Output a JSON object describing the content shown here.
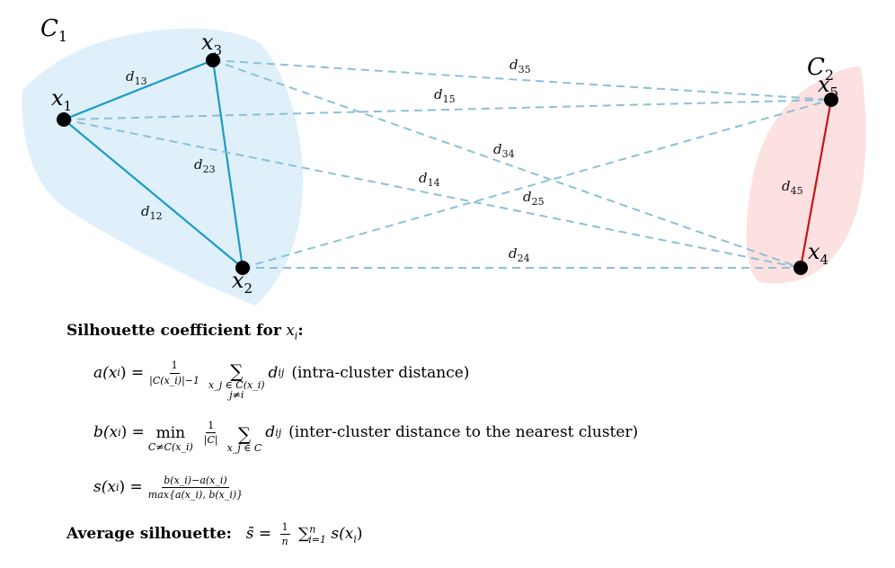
{
  "clusters": {
    "c1": {
      "letter": "C",
      "index": "1",
      "color": "#dff0fb"
    },
    "c2": {
      "letter": "C",
      "index": "2",
      "color": "#fde0e0"
    }
  },
  "points": [
    {
      "letter": "x",
      "index": "1"
    },
    {
      "letter": "x",
      "index": "2"
    },
    {
      "letter": "x",
      "index": "3"
    },
    {
      "letter": "x",
      "index": "4"
    },
    {
      "letter": "x",
      "index": "5"
    }
  ],
  "distance_labels": [
    {
      "letter": "d",
      "index": "13"
    },
    {
      "letter": "d",
      "index": "23"
    },
    {
      "letter": "d",
      "index": "12"
    },
    {
      "letter": "d",
      "index": "35"
    },
    {
      "letter": "d",
      "index": "15"
    },
    {
      "letter": "d",
      "index": "34"
    },
    {
      "letter": "d",
      "index": "14"
    },
    {
      "letter": "d",
      "index": "25"
    },
    {
      "letter": "d",
      "index": "24"
    },
    {
      "letter": "d",
      "index": "45"
    }
  ],
  "colors": {
    "intra_c1": "#1a9bc7",
    "intra_c2": "#c81414",
    "inter": "#8cc0d8",
    "point": "#000000"
  },
  "formulas": {
    "heading_bold": "Silhouette coefficient for",
    "heading_var": "x",
    "heading_var_sub": "i",
    "heading_colon": ":",
    "a": {
      "lhs": "a(x",
      "lhs_sub": "i",
      "lhs_end": ") =",
      "frac_num": "1",
      "frac_den": "|C(x_i)|−1",
      "sum_symbol": "∑",
      "sum_lim1": "x_j ∈ C(x_i)",
      "sum_lim2": "j≠i",
      "term": "d",
      "term_sub": "ij",
      "note": "(intra-cluster distance)"
    },
    "b": {
      "lhs": "b(x",
      "lhs_sub": "i",
      "lhs_end": ") =",
      "min_op": "min",
      "min_lim": "C≠C(x_i)",
      "frac_num": "1",
      "frac_den": "|C|",
      "sum_symbol": "∑",
      "sum_lim": "x_j ∈ C",
      "term": "d",
      "term_sub": "ij",
      "note": "(inter-cluster distance to the nearest cluster)"
    },
    "s": {
      "lhs": "s(x",
      "lhs_sub": "i",
      "lhs_end": ") =",
      "frac_num": "b(x_i)−a(x_i)",
      "frac_den": "max{a(x_i), b(x_i)}"
    },
    "avg": {
      "label": "Average silhouette:",
      "lhs": "s̄ =",
      "frac_num": "1",
      "frac_den": "n",
      "sum": "∑",
      "sum_lower": "i=1",
      "sum_upper": "n",
      "term": "s(x",
      "term_sub": "i",
      "term_end": ")"
    }
  }
}
